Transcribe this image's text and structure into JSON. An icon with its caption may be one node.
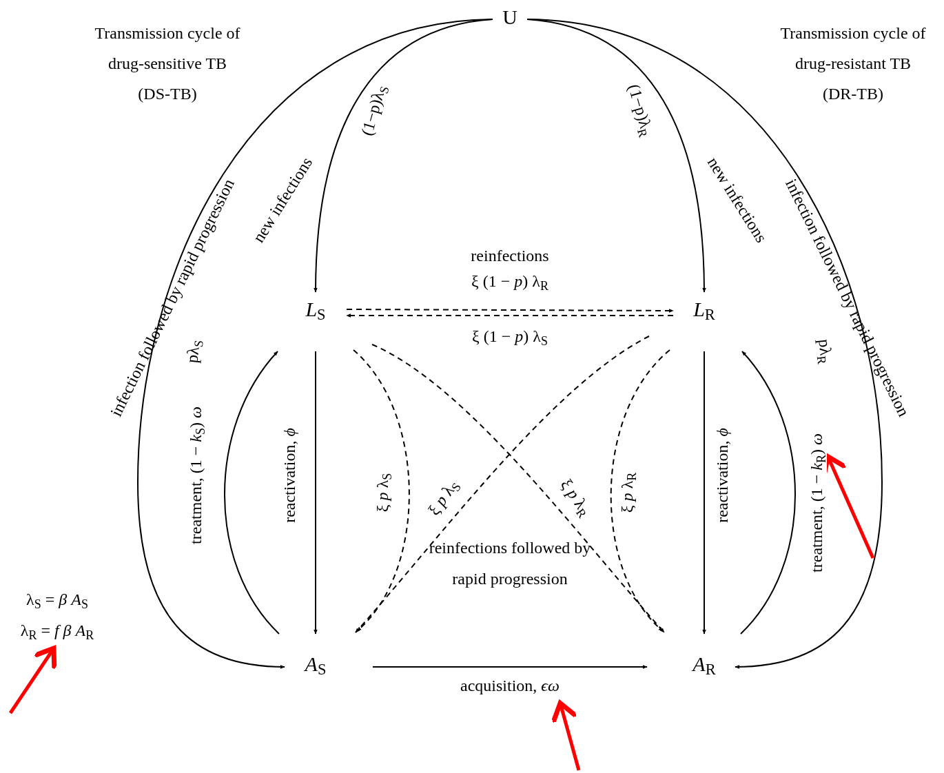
{
  "diagram": {
    "nodes": [
      {
        "text": [
          "U"
        ]
      },
      {
        "text": [
          "*L*$_{S}$"
        ]
      },
      {
        "text": [
          "*L*$_{R}$"
        ]
      },
      {
        "text": [
          "*A*$_{S}$"
        ]
      },
      {
        "text": [
          "*A*$_{R}$"
        ]
      }
    ],
    "edges": [
      {
        "from": 0,
        "to": 1,
        "arrow": "to",
        "label": "(1−p)λ$_{S}$"
      },
      {
        "from": 0,
        "to": 2,
        "arrow": "to",
        "label": "(1−p)λ$_{R}$"
      },
      {
        "from": 0,
        "to": 3,
        "arrow": "to",
        "label": "pλ$_{S}$"
      },
      {
        "from": 0,
        "to": 4,
        "arrow": "to",
        "label": "pλ$_{R}$"
      },
      {
        "from": 1,
        "to": 2,
        "arrow": "to",
        "style": "dashed",
        "label": "ξ (1 − *p*) λ$_{R}$"
      },
      {
        "from": 2,
        "to": 1,
        "arrow": "to",
        "style": "dashed",
        "label": "ξ (1 − *p*) λ$_{S}$"
      },
      {
        "from": 1,
        "to": 3,
        "arrow": "to",
        "label": "reactivation, *ϕ*"
      },
      {
        "from": 3,
        "to": 1,
        "arrow": "to",
        "label": "treatment, (1 − *k*$_{S}$) *ω*"
      },
      {
        "from": 2,
        "to": 4,
        "arrow": "to",
        "label": "reactivation, *ϕ*"
      },
      {
        "from": 4,
        "to": 2,
        "arrow": "to",
        "label": "treatment, (1 − *k*$_{R}$) *ω*"
      },
      {
        "from": 3,
        "to": 4,
        "arrow": "to",
        "label": "acquisition, *ϵω*"
      },
      {
        "from": 1,
        "to": 3,
        "arrow": "to",
        "style": "dashed",
        "label": "ξ *p* λ$_{S}$"
      },
      {
        "from": 2,
        "to": 3,
        "arrow": "to",
        "style": "dashed",
        "label": "ξ *p* λ$_{S}$"
      },
      {
        "from": 1,
        "to": 4,
        "arrow": "to",
        "style": "dashed",
        "label": "ξ *p* λ$_{R}$"
      },
      {
        "from": 2,
        "to": 4,
        "arrow": "to",
        "style": "dashed",
        "label": "ξ *p* λ$_{R}$"
      }
    ],
    "labels": [
      "Transmission cycle of drug-sensitive TB (DS-TB)",
      "Transmission cycle of drug-resistant TB (DR-TB)",
      "infection followed by rapid progression",
      "new infections",
      "new infections",
      "infection followed by rapid progression",
      "reinfections",
      "reinfections followed by rapid progression",
      "λ$_{S}$ = *β* *A*$_{S}$",
      "λ$_{R}$ = *f* *β* *A*$_{R}$"
    ]
  }
}
